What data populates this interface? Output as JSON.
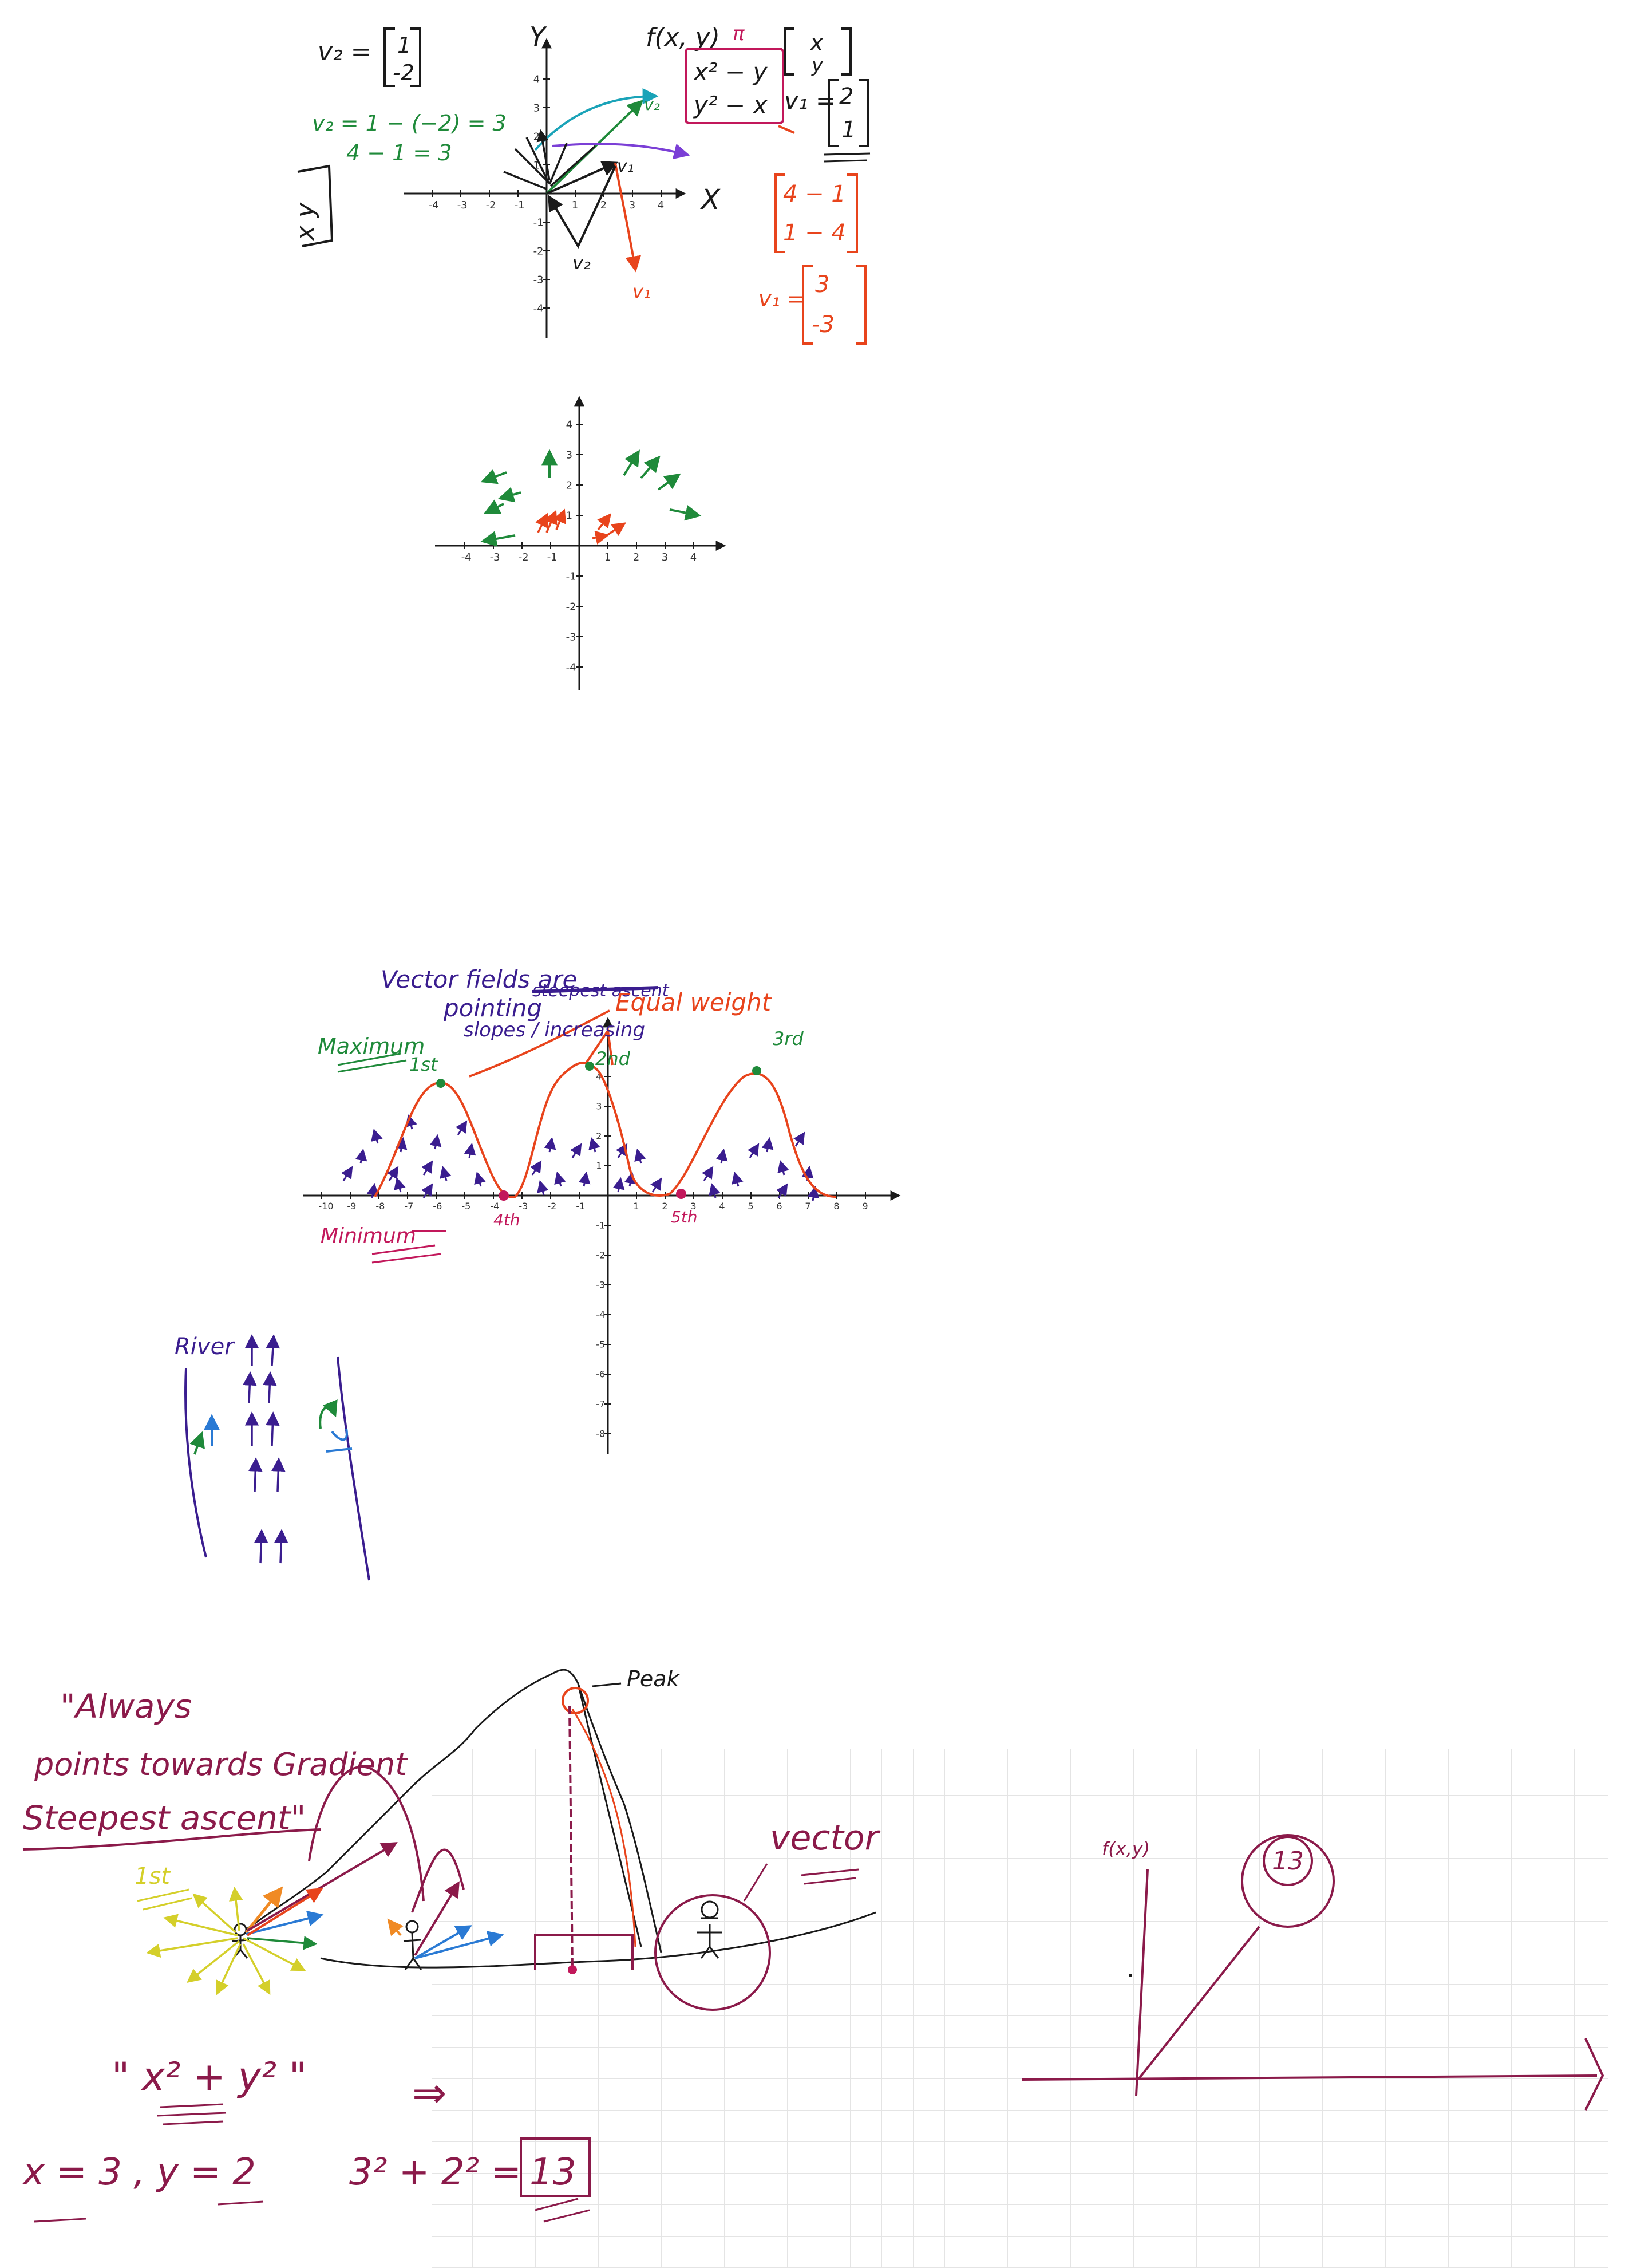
{
  "colors": {
    "ink": "#1a1a1a",
    "purple": "#3a1d8f",
    "green": "#1f8a3a",
    "red": "#e8441c",
    "magenta": "#c2185b",
    "teal": "#1aa3b8",
    "violet": "#7b3fd6",
    "yellow": "#d4cf2a",
    "maroon": "#8b1a4a",
    "orange": "#f08a24",
    "blue": "#2a7ad4",
    "grid": "#e4e4e4"
  },
  "section1": {
    "v2_def_label": "v₂ =",
    "v2_def_top": "1",
    "v2_def_bottom": "-2",
    "v2_calc_1": "v₂ = 1 − (−2) = 3",
    "v2_calc_2": "4 − 1 = 3",
    "xy_vector": "x  y",
    "y_axis_label": "Y",
    "x_axis_label": "X",
    "func_label": "f(x, y)",
    "func_top": "x² − y",
    "func_bottom": "y² − x",
    "vec_xy_top": "x",
    "vec_xy_bottom": "y",
    "v1_label": "v₁ =",
    "v1_top": "2",
    "v1_bottom": "1",
    "calc_top": "4 − 1",
    "calc_bottom": "1 − 4",
    "v1_result_label": "v₁ =",
    "v1_result_top": "3",
    "v1_result_bottom": "-3",
    "v1_plot_label": "v₁",
    "v2_plot_label": "v₂",
    "v1_red_label": "v₁",
    "v2_small_label": "v₂",
    "ticks_x": [
      "-4",
      "-3",
      "-2",
      "-1",
      "1",
      "2",
      "3",
      "4"
    ],
    "ticks_y": [
      "4",
      "3",
      "2",
      "1",
      "-1",
      "-2",
      "-3",
      "-4"
    ]
  },
  "section2": {
    "ticks_x": [
      "-4",
      "-3",
      "-2",
      "-1",
      "1",
      "2",
      "3",
      "4"
    ],
    "ticks_y": [
      "4",
      "3",
      "2",
      "1",
      "-1",
      "-2",
      "-3",
      "-4"
    ]
  },
  "section3": {
    "title_1": "Vector fields are",
    "title_2": "pointing",
    "title_struck": "steepest ascent",
    "title_3": "slopes / increasing",
    "equal_weight": "Equal weight",
    "maximum": "Maximum",
    "first": "1st",
    "second": "2nd",
    "third": "3rd",
    "minimum": "Minimum",
    "fourth": "4th",
    "fifth": "5th",
    "ticks_x": [
      "-10",
      "-9",
      "-8",
      "-7",
      "-6",
      "-5",
      "-4",
      "-3",
      "-2",
      "-1",
      "1",
      "2",
      "3",
      "4",
      "5",
      "6",
      "7",
      "8",
      "9"
    ],
    "ticks_y": [
      "4",
      "3",
      "2",
      "1",
      "-1",
      "-2",
      "-3",
      "-4",
      "-5",
      "-6",
      "-7",
      "-8"
    ]
  },
  "section4": {
    "river": "River"
  },
  "section5": {
    "quote_1": "\"Always",
    "quote_2": "points towards Gradient",
    "quote_3": "Steepest ascent\"",
    "peak": "Peak",
    "vector": "vector",
    "first": "1st",
    "formula": "\" x² + y² \"",
    "arrow": "⇒",
    "subst": "x = 3 , y = 2",
    "calc": "3² + 2² =",
    "answer": "13",
    "fxy": "f(x,y)",
    "circle_value": "13"
  }
}
